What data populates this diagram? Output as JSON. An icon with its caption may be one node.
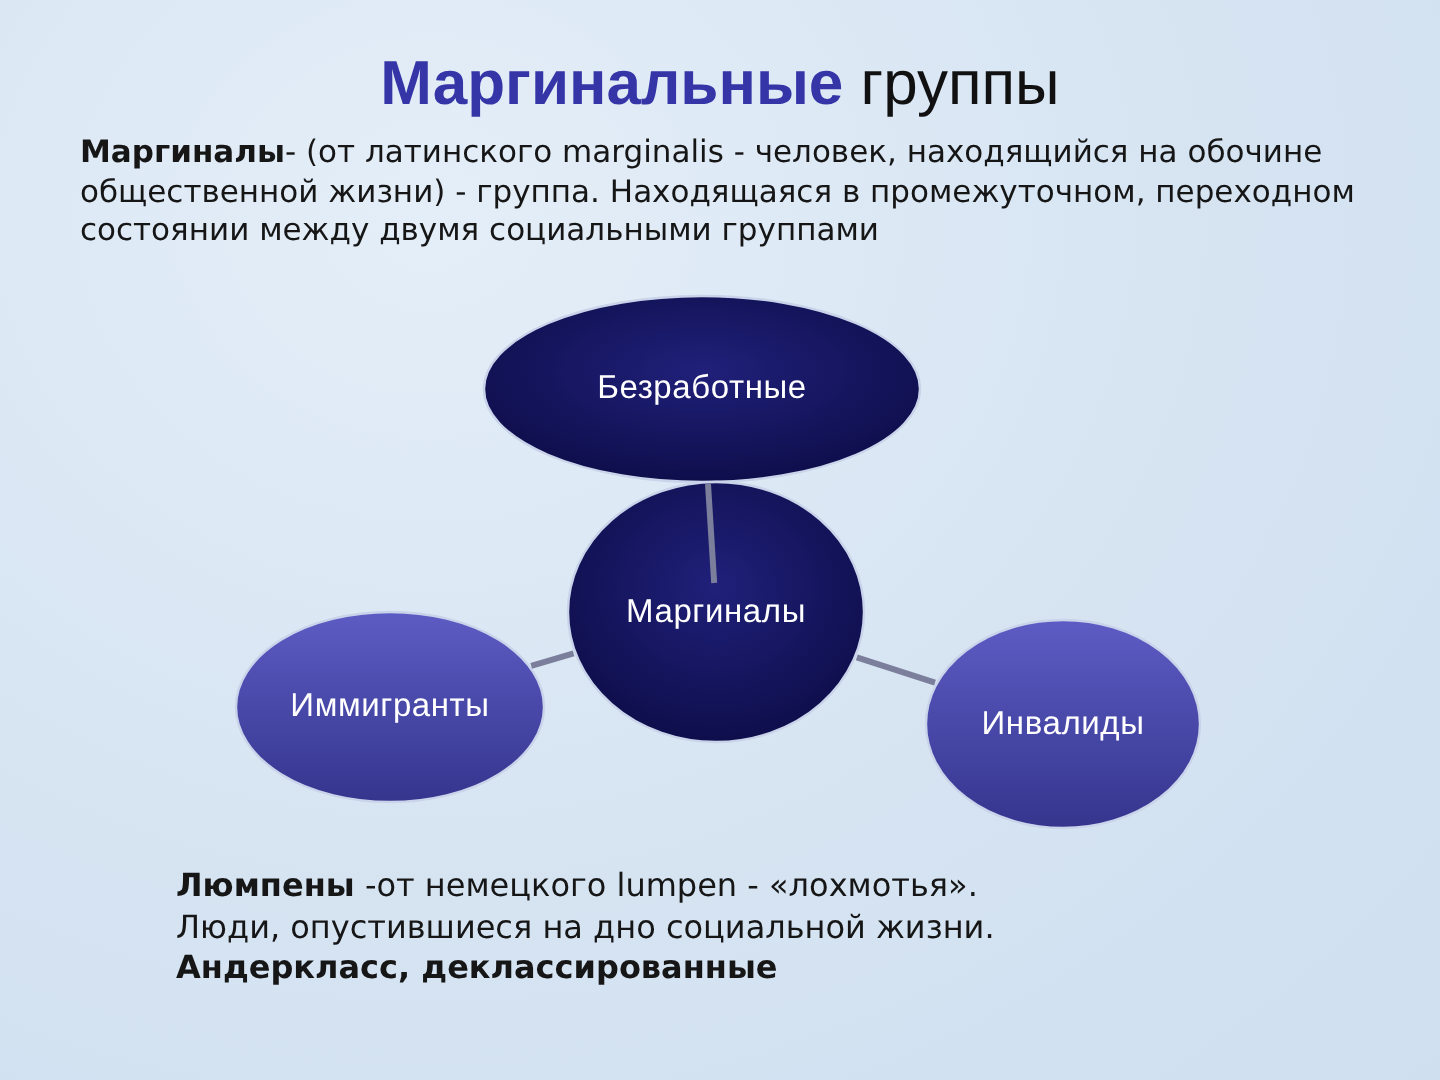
{
  "diagram": {
    "title": "**Маргинальные** группы",
    "nodes": [
      {
        "text": [
          "Безработные"
        ]
      },
      {
        "text": [
          "Маргиналы"
        ]
      },
      {
        "text": [
          "Иммигранты"
        ]
      },
      {
        "text": [
          "Инвалиды"
        ]
      }
    ],
    "edges": [
      {
        "from": 1,
        "to": 0,
        "arrow": "none"
      },
      {
        "from": 1,
        "to": 2,
        "arrow": "none"
      },
      {
        "from": 1,
        "to": 3,
        "arrow": "none"
      }
    ],
    "labels": [
      "**Маргиналы**- (от латинского marginalis - человек, находящийся на обочине общественной жизни) - группа. Находящаяся в промежуточном, переходном состоянии между двумя социальными группами",
      "**Люмпены** -от немецкого lumpen - «лохмотья».",
      "Люди, опустившиеся на дно социальной жизни.",
      "Андеркласс, деклассированные"
    ]
  }
}
